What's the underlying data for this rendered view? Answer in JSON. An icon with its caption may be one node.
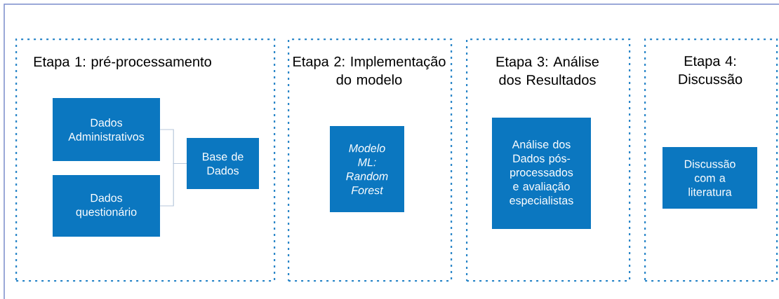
{
  "diagram": {
    "nodes": [
      {
        "text": [
          "Etapa 1: pré-processamento"
        ]
      },
      {
        "text": [
          "Dados Administrativos"
        ],
        "in": 0
      },
      {
        "text": [
          "Dados questionário"
        ],
        "in": 0
      },
      {
        "text": [
          "Base de Dados"
        ],
        "in": 0
      },
      {
        "text": [
          "Etapa 2: Implementação do modelo"
        ]
      },
      {
        "text": [
          "Modelo ML: Random Forest"
        ],
        "in": 4
      },
      {
        "text": [
          "Etapa 3: Análise dos Resultados"
        ]
      },
      {
        "text": [
          "Análise dos Dados pós-processados e avaliação especialistas"
        ],
        "in": 6
      },
      {
        "text": [
          "Etapa 4: Discussão"
        ]
      },
      {
        "text": [
          "Discussão com a literatura"
        ],
        "in": 8
      }
    ],
    "edges": [
      {
        "from": 1,
        "to": 3,
        "arrow": "none"
      },
      {
        "from": 2,
        "to": 3,
        "arrow": "none"
      }
    ]
  }
}
